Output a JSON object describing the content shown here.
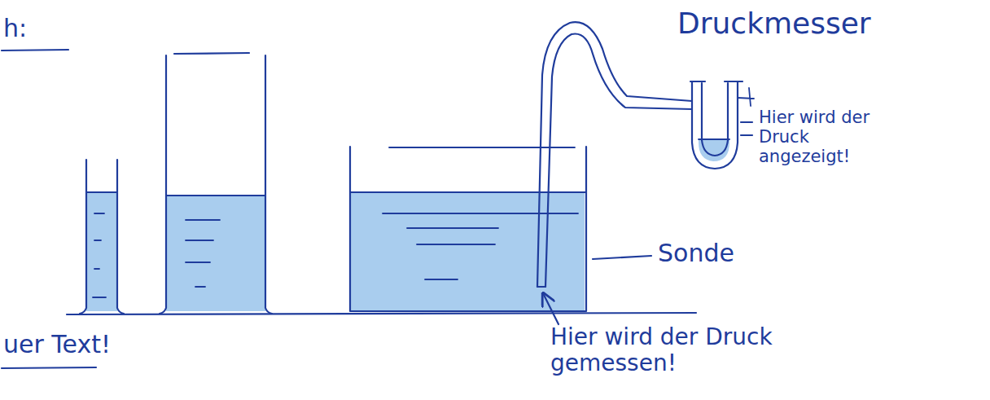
{
  "diagram": {
    "labels": [
      "h:",
      "Druckmesser",
      "Hier wird der Druck angezeigt!",
      "Sonde",
      "Hier wird der Druck gemessen!",
      "uer Text!"
    ]
  }
}
